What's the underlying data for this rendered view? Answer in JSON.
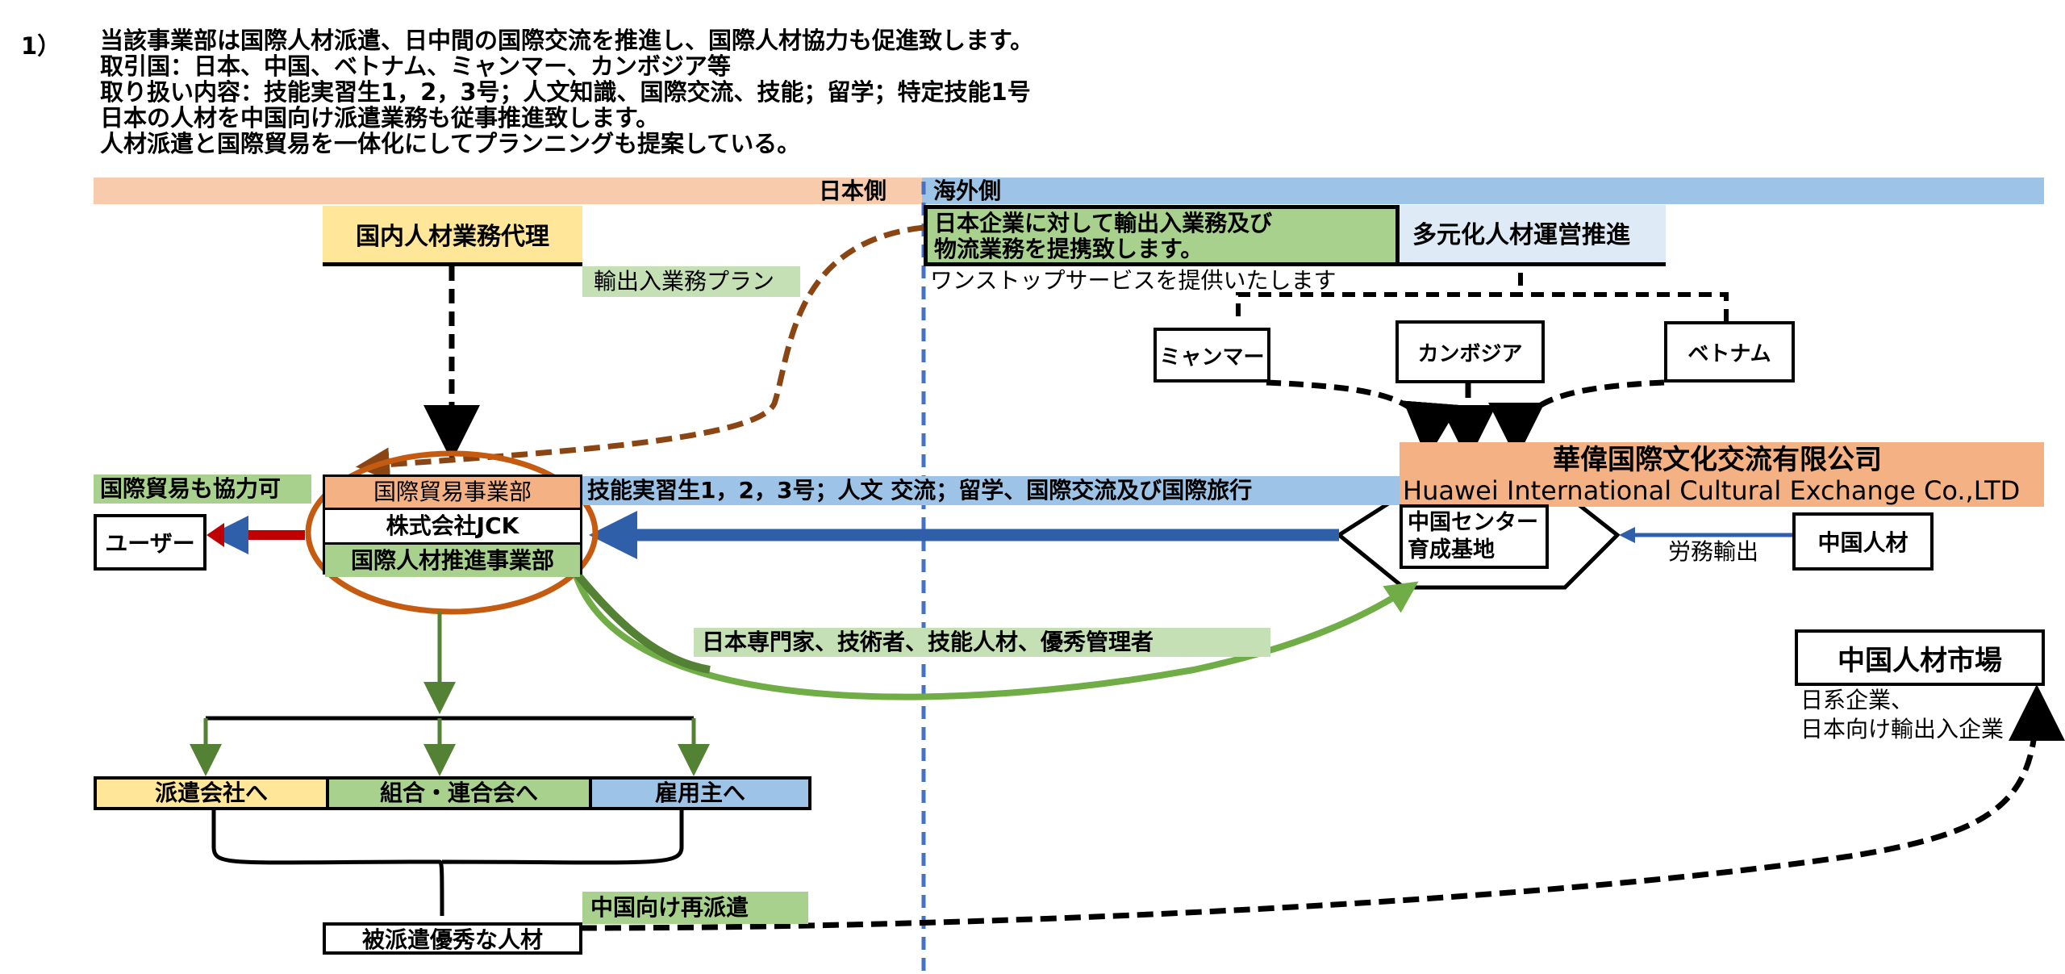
{
  "intro": {
    "number": "1）",
    "lines": [
      "当該事業部は国際人材派遣、日中間の国際交流を推進し、国際人材協力も促進致します。",
      "取引国：日本、中国、ベトナム、ミャンマー、カンボジア等",
      "取り扱い内容：技能実習生1，2，3号；人文知識、国際交流、技能；留学；特定技能1号",
      "日本の人材を中国向け派遣業務も従事推進致します。",
      "人材派遣と国際貿易を一体化にしてプランニングも提案している。"
    ]
  },
  "sides": {
    "japan": "日本側",
    "overseas": "海外側"
  },
  "japan_side": {
    "domestic_agent": "国内人材業務代理",
    "import_export_plan": "輸出入業務プラン",
    "trade_cooperation": "国際貿易も協力可",
    "user": "ユーザー",
    "jck_trade_dept": "国際貿易事業部",
    "jck_company": "株式会社JCK",
    "jck_hr_dept": "国際人材推進事業部",
    "flow_label": "技能実習生1，2，3号；人文 交流；留学、国際交流及び国際旅行",
    "experts_label": "日本専門家、技術者、技能人材、優秀管理者",
    "dispatch_company": "派遣会社へ",
    "union": "組合・連合会へ",
    "employer": "雇用主へ",
    "dispatched_talent": "被派遣優秀な人材",
    "redispatch_label": "中国向け再派遣"
  },
  "overseas_side": {
    "service_line1": "日本企業に対して輸出入業務及び",
    "service_line2": "物流業務を提携致します。",
    "diversified": "多元化人材運営推進",
    "one_stop": "ワンストップサービスを提供いたします",
    "countries": [
      "ミャンマー",
      "カンボジア",
      "ベトナム"
    ],
    "huawei_cn": "華偉国際文化交流有限公司",
    "huawei_en": "Huawei International Cultural Exchange Co.,LTD",
    "center_line1": "中国センター",
    "center_line2": "育成基地",
    "labor_export": "労務輸出",
    "china_talent": "中国人材",
    "china_market": "中国人材市場",
    "market_note1": "日系企業、",
    "market_note2": "日本向け輸出入企業"
  },
  "colors": {
    "japan_band": "#f8cbad",
    "overseas_band": "#9dc3e6",
    "yellow": "#ffe699",
    "green": "#a9d18e",
    "light_green": "#c5e0b4",
    "blue": "#9dc3e6",
    "orange": "#f4b183",
    "blue_arrow": "#2e5fa8",
    "red_arrow": "#c00000",
    "brown_arrow": "#8b4513",
    "ellipse": "#c55a11",
    "divider": "#4472c4",
    "green_line": "#548235"
  }
}
